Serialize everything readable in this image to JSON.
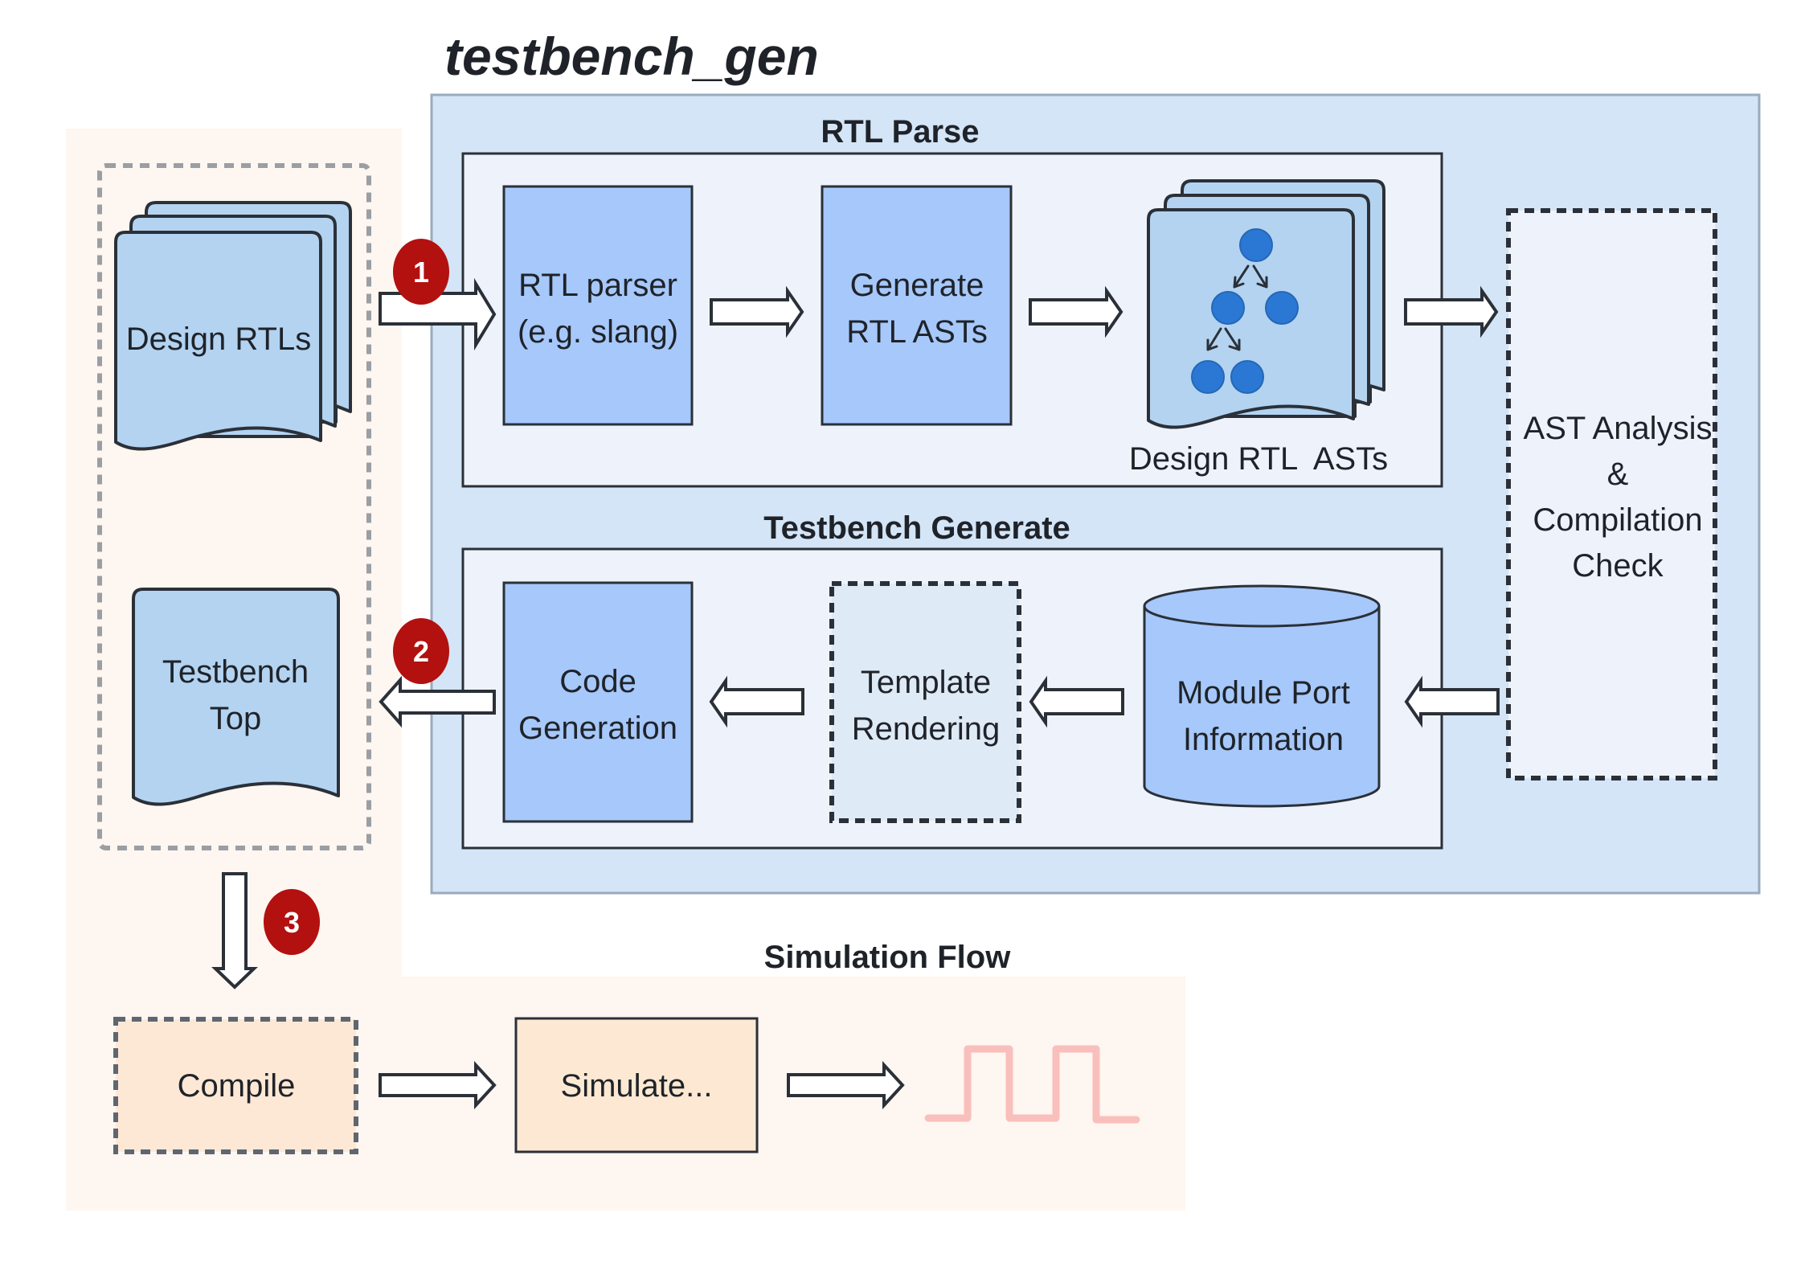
{
  "title": "testbench_gen",
  "colors": {
    "outer_panel": "#d3e5f6",
    "outer_panel_border": "#9aabbd",
    "inner_panel": "#eef3fb",
    "process_box": "#a6c8fa",
    "document": "#b3d3f1",
    "tree_node": "#2b78d4",
    "stroke": "#2b3038",
    "peach_panel": "#fef6f0",
    "compile_fill": "#fde8d6",
    "simulate_fill": "#fde9d3",
    "waveform": "#f9bfbc",
    "marker": "#b31010",
    "template_fill": "#deeaf6",
    "left_dashed": "#9b9ea3",
    "compile_dashed": "#5f6670"
  },
  "sections": {
    "rtl_parse": {
      "title": "RTL Parse",
      "parser_box": [
        "RTL parser",
        "(e.g. slang)"
      ],
      "generate_box": [
        "Generate",
        "RTL ASTs"
      ],
      "ast_doc_label": "Design RTL  ASTs"
    },
    "testbench_generate": {
      "title": "Testbench Generate",
      "code_gen_box": [
        "Code",
        "Generation"
      ],
      "template_box": [
        "Template",
        "Rendering"
      ],
      "port_info_db": [
        "Module Port",
        "Information"
      ]
    },
    "ast_check": [
      "AST Analysis",
      "&",
      "Compilation",
      "Check"
    ],
    "simulation_flow": {
      "title": "Simulation Flow",
      "compile_box": "Compile",
      "simulate_box": "Simulate...",
      "waveform_icon": "clock-waveform-icon"
    }
  },
  "left_column": {
    "design_rtls": "Design RTLs",
    "testbench_top": [
      "Testbench",
      "Top"
    ]
  },
  "markers": [
    "1",
    "2",
    "3"
  ],
  "flow": [
    {
      "from": "Design RTLs",
      "to": "RTL parser (e.g. slang)",
      "step": "1"
    },
    {
      "from": "RTL parser (e.g. slang)",
      "to": "Generate RTL ASTs"
    },
    {
      "from": "Generate RTL ASTs",
      "to": "Design RTL ASTs"
    },
    {
      "from": "Design RTL ASTs",
      "to": "AST Analysis & Compilation Check"
    },
    {
      "from": "AST Analysis & Compilation Check",
      "to": "Module Port Information"
    },
    {
      "from": "Module Port Information",
      "to": "Template Rendering"
    },
    {
      "from": "Template Rendering",
      "to": "Code Generation"
    },
    {
      "from": "Code Generation",
      "to": "Testbench Top",
      "step": "2"
    },
    {
      "from": "Design RTLs + Testbench Top",
      "to": "Compile",
      "step": "3"
    },
    {
      "from": "Compile",
      "to": "Simulate..."
    },
    {
      "from": "Simulate...",
      "to": "waveform"
    }
  ]
}
